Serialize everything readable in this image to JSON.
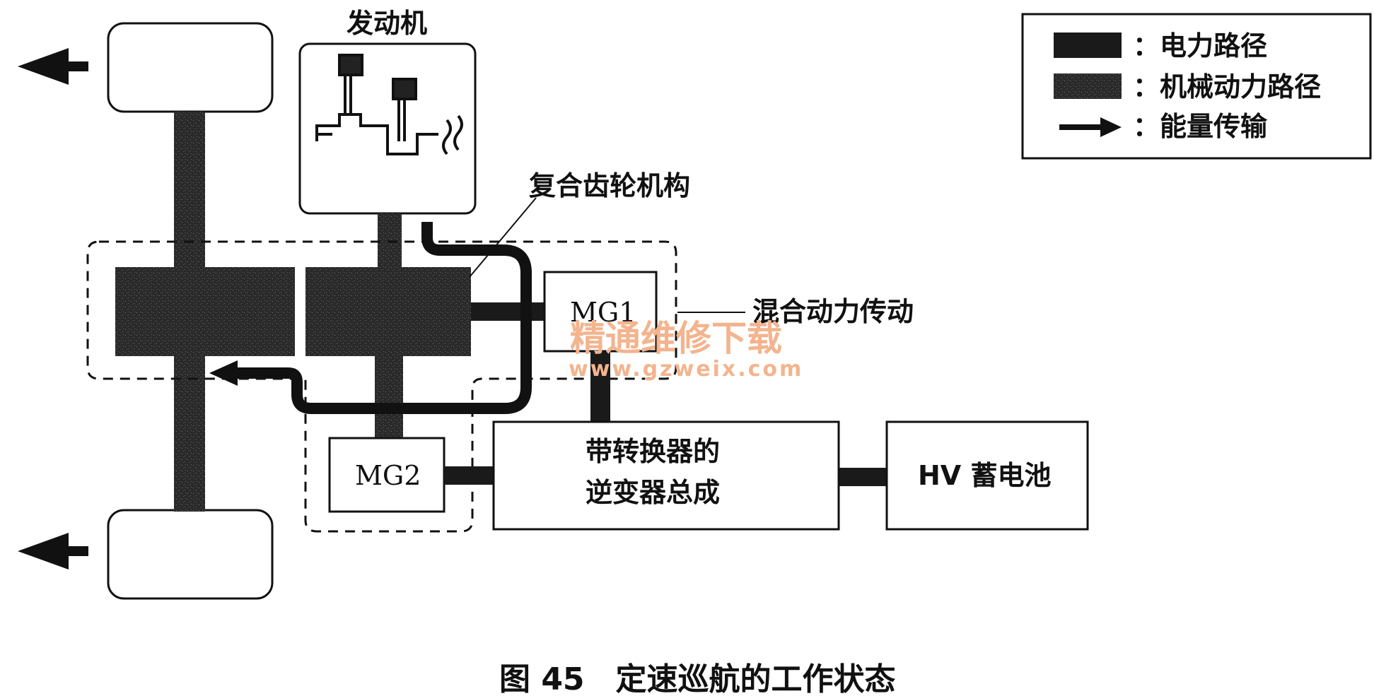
{
  "engine": {
    "label": "发动机"
  },
  "components": {
    "compound_gear": "复合齿轮机构",
    "hybrid_transaxle": "混合动力传动",
    "mg1": "MG1",
    "mg2": "MG2",
    "inverter_line1": "带转换器的",
    "inverter_line2": "逆变器总成",
    "battery": "HV 蓄电池"
  },
  "legend": {
    "electric_path": "：电力路径",
    "mechanical_path": "：机械动力路径",
    "energy_transfer": "：能量传输"
  },
  "watermark": {
    "line1": "精通维修下载",
    "line2": "www.gzweix.com"
  },
  "caption": "图 45　定速巡航的工作状态",
  "colors": {
    "path": "#1a1a1a",
    "mechanical": "#2a2a2a",
    "watermark": "#f3b48e"
  }
}
